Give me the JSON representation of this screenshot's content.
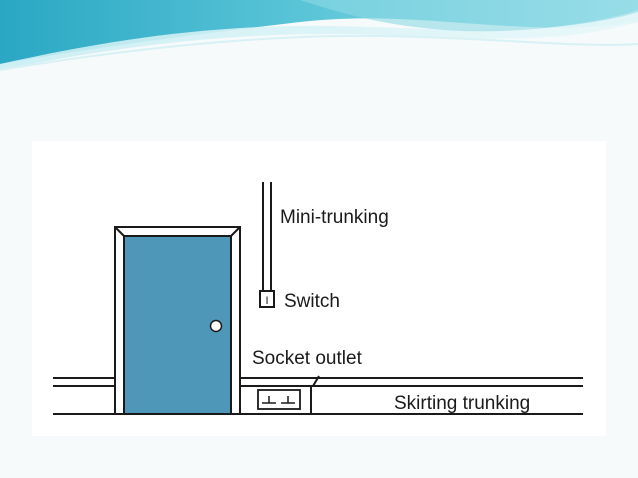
{
  "colors": {
    "door": "#4e97b8",
    "wave_dark": "#3fb5cd",
    "wave_light": "#9fdfe8",
    "line": "#1a1a1a"
  },
  "diagram": {
    "labels": {
      "mini_trunking": "Mini-trunking",
      "switch": "Switch",
      "socket_outlet": "Socket outlet",
      "skirting_trunking": "Skirting trunking"
    },
    "icons": {
      "switch_symbol": "I",
      "socket_symbol": "socket-outlet-icon"
    }
  }
}
